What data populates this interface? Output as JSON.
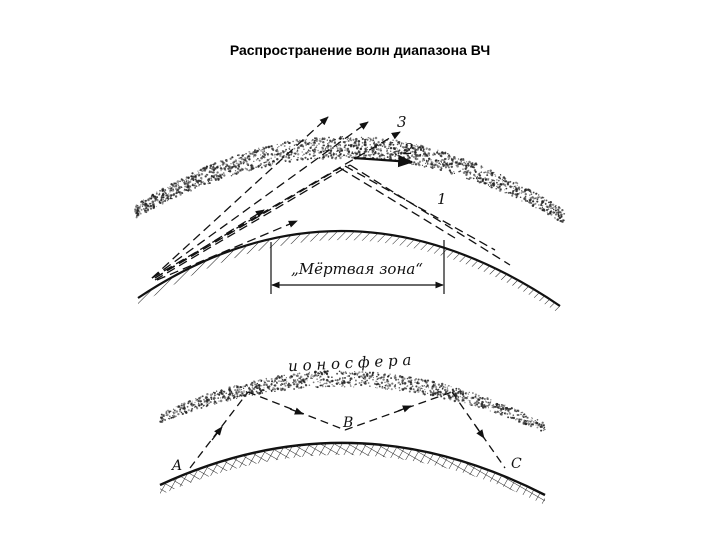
{
  "title": "Распространение волн диапазона ВЧ",
  "top_diagram": {
    "ray_labels": [
      "1",
      "2",
      "3"
    ],
    "dead_zone_label": "„Мёртвая зона“"
  },
  "bottom_diagram": {
    "ionosphere_label": "и о н о с ф е р а",
    "points": [
      "A",
      "B",
      "C"
    ]
  },
  "colors": {
    "ink": "#111111",
    "background": "#ffffff"
  }
}
